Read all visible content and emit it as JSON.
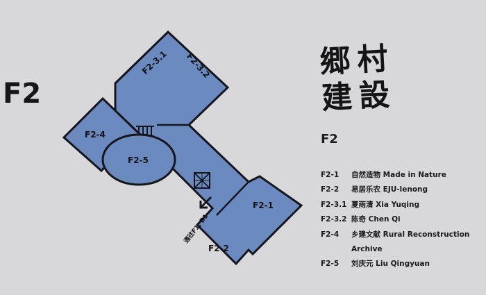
{
  "floor_label": "F2",
  "logo": {
    "line1": "郷村",
    "line2": "建設"
  },
  "section_title": "F2",
  "directory": [
    {
      "code": "F2-1",
      "name": "自然造物 Made in Nature"
    },
    {
      "code": "F2-2",
      "name": "易居乐农 EJU-lenong"
    },
    {
      "code": "F2-3.1",
      "name": "夏雨清 Xia Yuqing"
    },
    {
      "code": "F2-3.2",
      "name": "陈奇 Chen Qi"
    },
    {
      "code": "F2-4",
      "name": "乡建文献 Rural Reconstruction"
    },
    {
      "code": "",
      "name": "Archive"
    },
    {
      "code": "F2-5",
      "name": "刘庆元 Liu Qingyuan"
    }
  ],
  "map": {
    "rooms": [
      "F2-1",
      "F2-2",
      "F2-3.1",
      "F2-3.2",
      "F2-4",
      "F2-5"
    ],
    "exit_label": "通往F1, B1",
    "room_color": "#6b8ac0",
    "outline_color": "#15151c"
  }
}
